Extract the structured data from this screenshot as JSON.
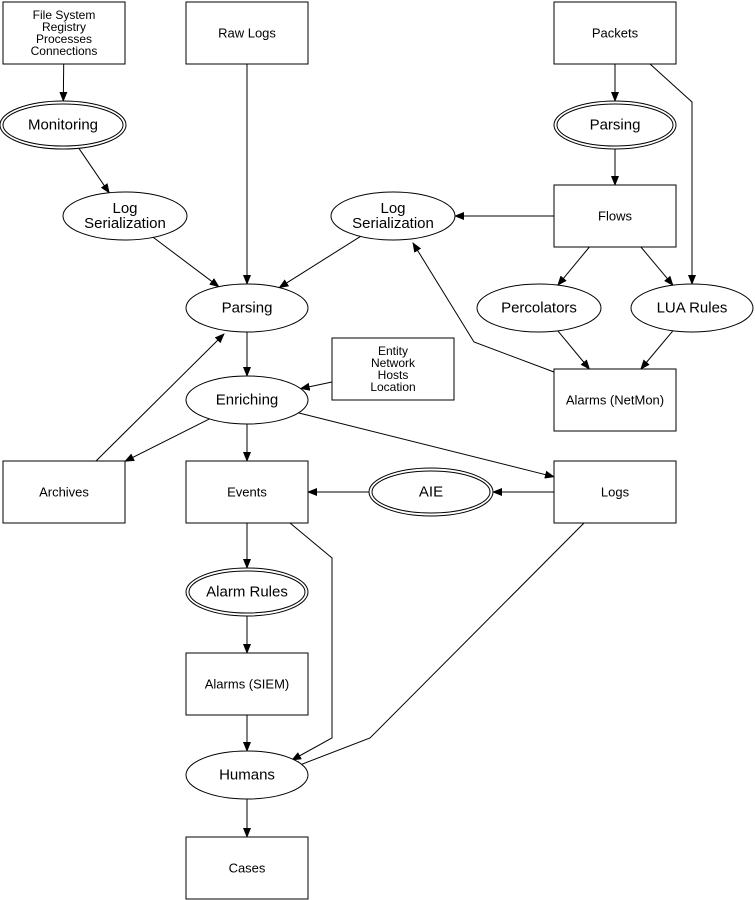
{
  "diagram": {
    "nodes": [
      {
        "id": "sources",
        "shape": "box",
        "lines": [
          "File System",
          "Registry",
          "Processes",
          "Connections"
        ]
      },
      {
        "id": "raw_logs",
        "shape": "box",
        "lines": [
          "Raw Logs"
        ]
      },
      {
        "id": "packets",
        "shape": "box",
        "lines": [
          "Packets"
        ]
      },
      {
        "id": "monitoring",
        "shape": "double-ellipse",
        "lines": [
          "Monitoring"
        ]
      },
      {
        "id": "parsing_net",
        "shape": "double-ellipse",
        "lines": [
          "Parsing"
        ]
      },
      {
        "id": "log_ser_left",
        "shape": "ellipse",
        "lines": [
          "Log",
          "Serialization"
        ]
      },
      {
        "id": "log_ser_mid",
        "shape": "ellipse",
        "lines": [
          "Log",
          "Serialization"
        ]
      },
      {
        "id": "flows",
        "shape": "box",
        "lines": [
          "Flows"
        ]
      },
      {
        "id": "parsing",
        "shape": "ellipse",
        "lines": [
          "Parsing"
        ]
      },
      {
        "id": "percolators",
        "shape": "ellipse",
        "lines": [
          "Percolators"
        ]
      },
      {
        "id": "lua_rules",
        "shape": "ellipse",
        "lines": [
          "LUA Rules"
        ]
      },
      {
        "id": "entity",
        "shape": "box",
        "lines": [
          "Entity",
          "Network",
          "Hosts",
          "Location"
        ]
      },
      {
        "id": "enriching",
        "shape": "ellipse",
        "lines": [
          "Enriching"
        ]
      },
      {
        "id": "alarms_netmon",
        "shape": "box",
        "lines": [
          "Alarms (NetMon)"
        ]
      },
      {
        "id": "archives",
        "shape": "box",
        "lines": [
          "Archives"
        ]
      },
      {
        "id": "events",
        "shape": "box",
        "lines": [
          "Events"
        ]
      },
      {
        "id": "aie",
        "shape": "double-ellipse",
        "lines": [
          "AIE"
        ]
      },
      {
        "id": "logs",
        "shape": "box",
        "lines": [
          "Logs"
        ]
      },
      {
        "id": "alarm_rules",
        "shape": "double-ellipse",
        "lines": [
          "Alarm Rules"
        ]
      },
      {
        "id": "alarms_siem",
        "shape": "box",
        "lines": [
          "Alarms (SIEM)"
        ]
      },
      {
        "id": "humans",
        "shape": "ellipse",
        "lines": [
          "Humans"
        ]
      },
      {
        "id": "cases",
        "shape": "box",
        "lines": [
          "Cases"
        ]
      }
    ],
    "edges": [
      {
        "from": "sources",
        "to": "monitoring"
      },
      {
        "from": "monitoring",
        "to": "log_ser_left"
      },
      {
        "from": "log_ser_left",
        "to": "parsing"
      },
      {
        "from": "raw_logs",
        "to": "parsing"
      },
      {
        "from": "log_ser_mid",
        "to": "parsing"
      },
      {
        "from": "packets",
        "to": "parsing_net"
      },
      {
        "from": "parsing_net",
        "to": "flows"
      },
      {
        "from": "packets",
        "to": "lua_rules"
      },
      {
        "from": "flows",
        "to": "log_ser_mid"
      },
      {
        "from": "flows",
        "to": "percolators"
      },
      {
        "from": "flows",
        "to": "lua_rules"
      },
      {
        "from": "percolators",
        "to": "alarms_netmon"
      },
      {
        "from": "lua_rules",
        "to": "alarms_netmon"
      },
      {
        "from": "alarms_netmon",
        "to": "log_ser_mid"
      },
      {
        "from": "parsing",
        "to": "enriching"
      },
      {
        "from": "entity",
        "to": "enriching"
      },
      {
        "from": "enriching",
        "to": "archives"
      },
      {
        "from": "enriching",
        "to": "events"
      },
      {
        "from": "enriching",
        "to": "logs"
      },
      {
        "from": "archives",
        "to": "parsing"
      },
      {
        "from": "logs",
        "to": "aie"
      },
      {
        "from": "aie",
        "to": "events"
      },
      {
        "from": "events",
        "to": "alarm_rules"
      },
      {
        "from": "alarm_rules",
        "to": "alarms_siem"
      },
      {
        "from": "alarms_siem",
        "to": "humans"
      },
      {
        "from": "events",
        "to": "humans"
      },
      {
        "from": "logs",
        "to": "humans"
      },
      {
        "from": "humans",
        "to": "cases"
      }
    ]
  }
}
